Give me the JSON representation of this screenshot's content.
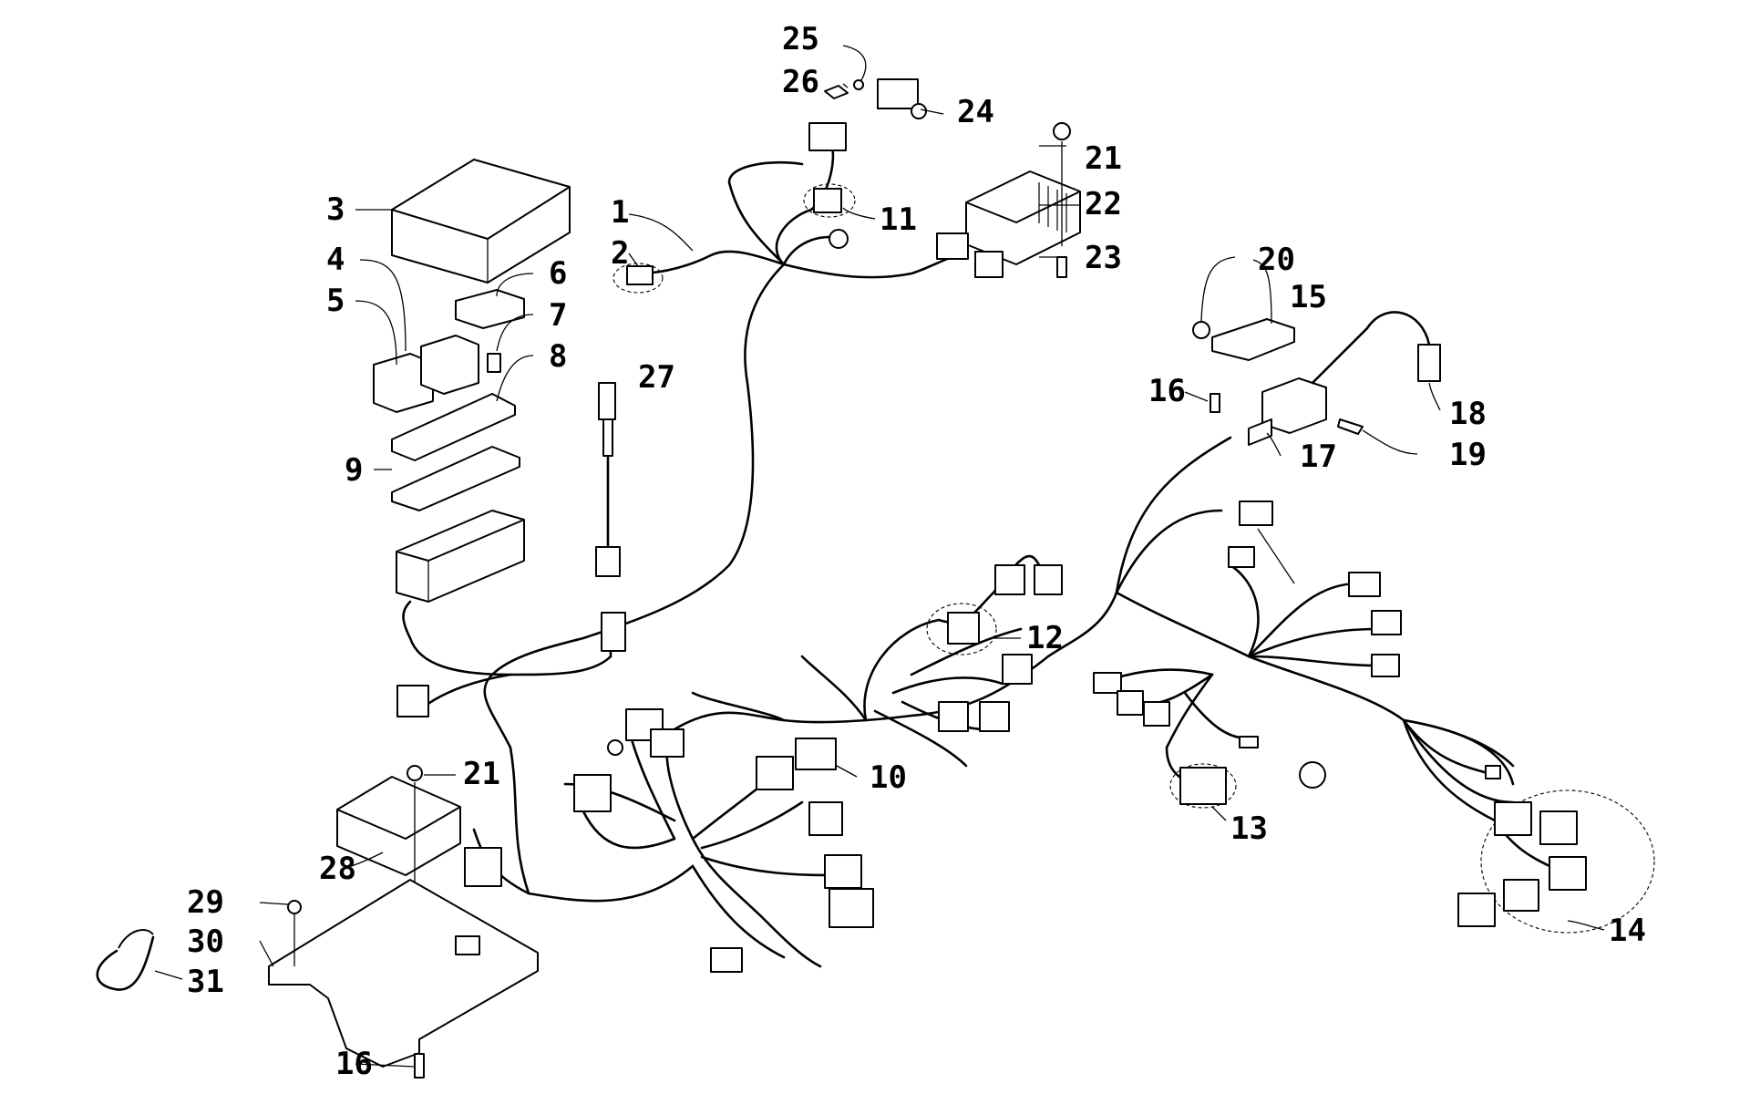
{
  "callouts": {
    "c1": "1",
    "c2": "2",
    "c3": "3",
    "c4": "4",
    "c5": "5",
    "c6": "6",
    "c7": "7",
    "c8": "8",
    "c9": "9",
    "c10": "10",
    "c11": "11",
    "c12": "12",
    "c13": "13",
    "c14": "14",
    "c15": "15",
    "c16a": "16",
    "c16b": "16",
    "c17": "17",
    "c18": "18",
    "c19": "19",
    "c20": "20",
    "c21a": "21",
    "c21b": "21",
    "c22": "22",
    "c23": "23",
    "c24": "24",
    "c25": "25",
    "c26": "26",
    "c27": "27",
    "c28": "28",
    "c29": "29",
    "c30": "30",
    "c31": "31"
  }
}
